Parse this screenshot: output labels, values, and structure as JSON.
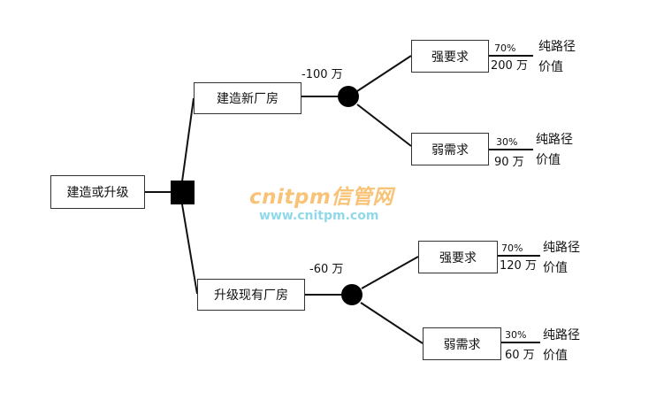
{
  "watermark": {
    "title": "cnitpm信管网",
    "url": "www.cnitpm.com"
  },
  "root": {
    "label": "建造或升级"
  },
  "options": [
    {
      "label": "建造新厂房",
      "cost": "-100 万",
      "outcomes": [
        {
          "label": "强要求",
          "probability": "70%",
          "value": "200 万",
          "path_value": [
            "纯路径",
            "价值"
          ]
        },
        {
          "label": "弱需求",
          "probability": "30%",
          "value": "90 万",
          "path_value": [
            "纯路径",
            "价值"
          ]
        }
      ]
    },
    {
      "label": "升级现有厂房",
      "cost": "-60 万",
      "outcomes": [
        {
          "label": "强要求",
          "probability": "70%",
          "value": "120 万",
          "path_value": [
            "纯路径",
            "价值"
          ]
        },
        {
          "label": "弱需求",
          "probability": "30%",
          "value": "60 万",
          "path_value": [
            "纯路径",
            "价值"
          ]
        }
      ]
    }
  ],
  "colors": {
    "line": "#111111",
    "node": "#000000",
    "watermark_title": "#f6b04a",
    "watermark_url": "#7ed3e6"
  }
}
